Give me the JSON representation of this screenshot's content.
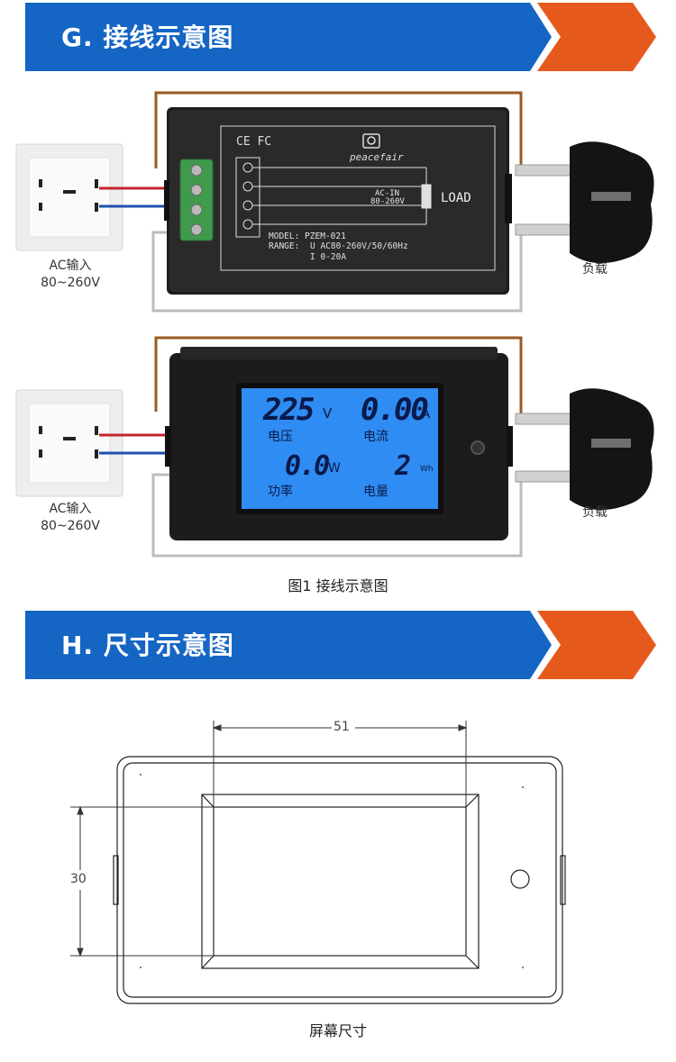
{
  "sections": [
    {
      "title": "G. 接线示意图"
    },
    {
      "title": "H. 尺寸示意图"
    }
  ],
  "wiring": {
    "ac_input_label": "AC输入",
    "ac_input_range": "80~260V",
    "load_label": "负载",
    "caption": "图1 接线示意图",
    "back_panel": {
      "brand": "peacefair",
      "certs": "CE FC",
      "ac_in": "AC-IN",
      "ac_in_range": "80-260V",
      "load": "LOAD",
      "model_line": "MODEL: PZEM-021",
      "range_label": "RANGE:",
      "range_u": "U AC80-260V/50/60Hz",
      "range_i": "I 0-20A"
    },
    "display": {
      "voltage_value": "225",
      "voltage_unit": "V",
      "voltage_label": "电压",
      "current_value": "0.00",
      "current_unit": "A",
      "current_label": "电流",
      "power_value": "0.0",
      "power_unit": "W",
      "power_label": "功率",
      "energy_value": "2",
      "energy_unit": "Wh",
      "energy_label": "电量"
    }
  },
  "dimension": {
    "width_value": "51",
    "height_value": "30",
    "caption": "屏幕尺寸"
  },
  "colors": {
    "banner_blue": "#1565c4",
    "banner_orange": "#e55a1c",
    "lcd_blue": "#2f8cf2",
    "wire_brown": "#9a5a22",
    "wire_red": "#c3242c",
    "wire_blue": "#1f4fb0",
    "wire_gray": "#bdbdbd"
  }
}
